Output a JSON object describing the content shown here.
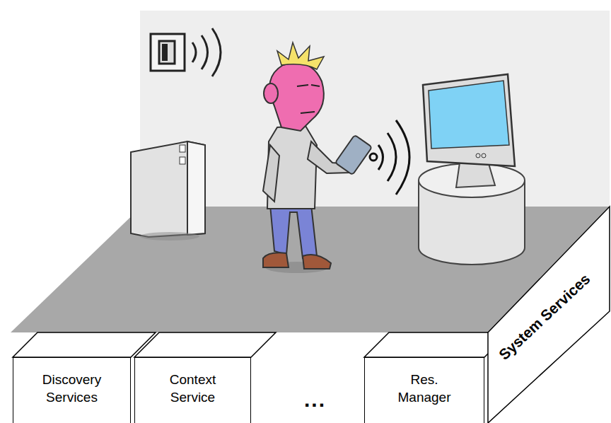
{
  "diagram": {
    "nodes": [
      {
        "text": [
          "Discovery Services"
        ]
      },
      {
        "text": [
          "Context Service"
        ]
      },
      {
        "text": [
          "Res. Manager"
        ]
      },
      {
        "text": [
          "System Services"
        ]
      }
    ],
    "labels": [
      "..."
    ]
  }
}
